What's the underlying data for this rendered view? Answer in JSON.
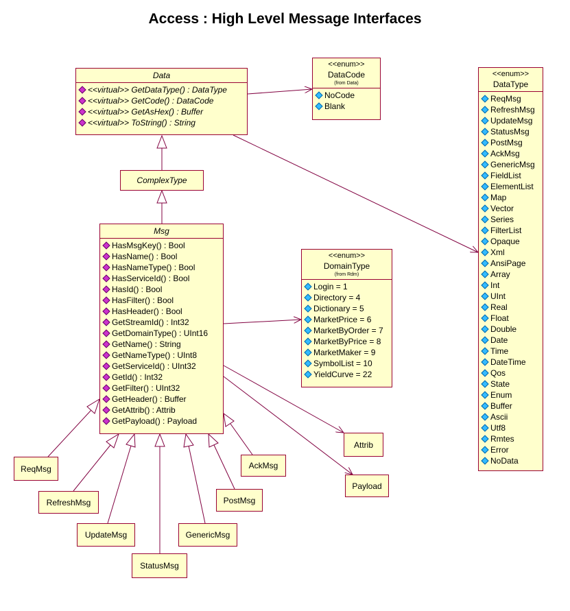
{
  "title": "Access : High Level Message Interfaces",
  "colors": {
    "class_fill": "#ffffcc",
    "class_border": "#990033",
    "operation_icon": "#cc33cc",
    "enum_icon": "#33bbff",
    "connector": "#800040"
  },
  "data_class": {
    "name": "Data",
    "operations": [
      "<<virtual>> GetDataType() : DataType",
      "<<virtual>> GetCode() : DataCode",
      "<<virtual>> GetAsHex() : Buffer",
      "<<virtual>> ToString() : String"
    ]
  },
  "datacode_enum": {
    "stereotype": "<<enum>>",
    "name": "DataCode",
    "note": "(from Data)",
    "values": [
      "NoCode",
      "Blank"
    ]
  },
  "datatype_enum": {
    "stereotype": "<<enum>>",
    "name": "DataType",
    "values": [
      "ReqMsg",
      "RefreshMsg",
      "UpdateMsg",
      "StatusMsg",
      "PostMsg",
      "AckMsg",
      "GenericMsg",
      "FieldList",
      "ElementList",
      "Map",
      "Vector",
      "Series",
      "FilterList",
      "Opaque",
      "Xml",
      "AnsiPage",
      "Array",
      "Int",
      "UInt",
      "Real",
      "Float",
      "Double",
      "Date",
      "Time",
      "DateTime",
      "Qos",
      "State",
      "Enum",
      "Buffer",
      "Ascii",
      "Utf8",
      "Rmtes",
      "Error",
      "NoData"
    ]
  },
  "complextype_class": {
    "name": "ComplexType"
  },
  "msg_class": {
    "name": "Msg",
    "operations": [
      "HasMsgKey() : Bool",
      "HasName() : Bool",
      "HasNameType() : Bool",
      "HasServiceId() : Bool",
      "HasId() : Bool",
      "HasFilter() : Bool",
      "HasHeader() : Bool",
      "GetStreamId() : Int32",
      "GetDomainType() : UInt16",
      "GetName() : String",
      "GetNameType() : UInt8",
      "GetServiceId() : UInt32",
      "GetId() : Int32",
      "GetFilter() : UInt32",
      "GetHeader() : Buffer",
      "GetAttrib() : Attrib",
      "GetPayload() : Payload"
    ]
  },
  "domaintype_enum": {
    "stereotype": "<<enum>>",
    "name": "DomainType",
    "note": "(from Rdm)",
    "values": [
      "Login = 1",
      "Directory = 4",
      "Dictionary = 5",
      "MarketPrice = 6",
      "MarketByOrder = 7",
      "MarketByPrice = 8",
      "MarketMaker = 9",
      "SymbolList = 10",
      "YieldCurve = 22"
    ]
  },
  "subclasses": {
    "reqmsg": "ReqMsg",
    "refreshmsg": "RefreshMsg",
    "updatemsg": "UpdateMsg",
    "statusmsg": "StatusMsg",
    "genericmsg": "GenericMsg",
    "postmsg": "PostMsg",
    "ackmsg": "AckMsg"
  },
  "attrib_class": {
    "name": "Attrib"
  },
  "payload_class": {
    "name": "Payload"
  }
}
